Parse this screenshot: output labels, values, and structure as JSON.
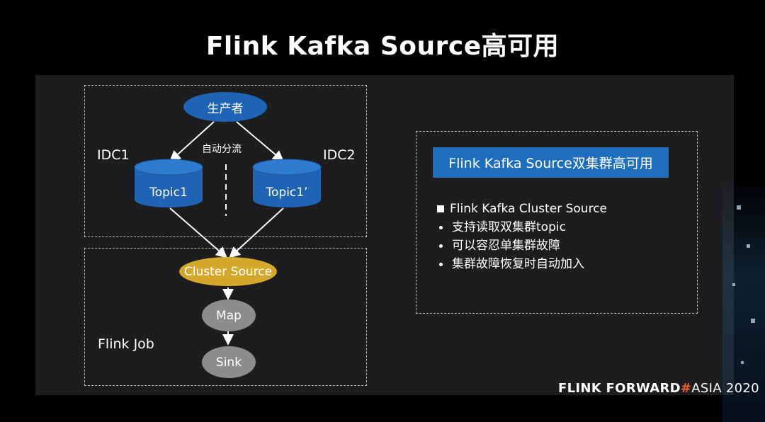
{
  "title": "Flink Kafka Source高可用",
  "diagram": {
    "producer": "生产者",
    "split_label": "自动分流",
    "idc_left": "IDC1",
    "idc_right": "IDC2",
    "topic_left": "Topic1",
    "topic_right": "Topic1’",
    "cluster_source": "Cluster Source",
    "map": "Map",
    "sink": "Sink",
    "job_label": "Flink Job"
  },
  "info": {
    "header": "Flink Kafka Source双集群高可用",
    "items": [
      "Flink Kafka Cluster Source",
      "支持读取双集群topic",
      "可以容忍单集群故障",
      "集群故障恢复时自动加入"
    ]
  },
  "brand": {
    "main": "FLINK FORWARD",
    "hash": "#",
    "suffix": "ASIA 2020"
  },
  "colors": {
    "producer": "#1f64b4",
    "topic": "#1f64b4",
    "cluster_source": "#d4a82c",
    "operator": "#8d8d8d",
    "header": "#1f6ebd",
    "hash": "#e8622b"
  }
}
